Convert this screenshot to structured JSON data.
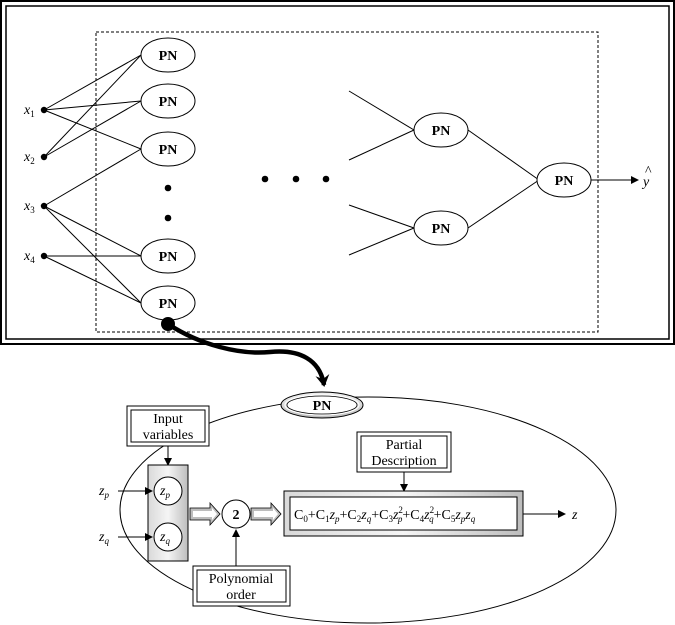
{
  "network": {
    "node_label": "PN",
    "inputs": [
      {
        "base": "x",
        "sub": "1"
      },
      {
        "base": "x",
        "sub": "2"
      },
      {
        "base": "x",
        "sub": "3"
      },
      {
        "base": "x",
        "sub": "4"
      }
    ],
    "output": {
      "base": "y",
      "accent": "^"
    }
  },
  "detail": {
    "title": "PN",
    "input_box": {
      "line1": "Input",
      "line2": "variables"
    },
    "partial_box": {
      "line1": "Partial",
      "line2": "Description"
    },
    "order_box": {
      "line1": "Polynomial",
      "line2": "order"
    },
    "order_value": "2",
    "z_in": {
      "p": {
        "base": "z",
        "sub": "p"
      },
      "q": {
        "base": "z",
        "sub": "q"
      }
    },
    "z_out": "z",
    "equation": "C0+C1zp+C2zq+C3z2p+C4z2q+C5zpzq"
  }
}
